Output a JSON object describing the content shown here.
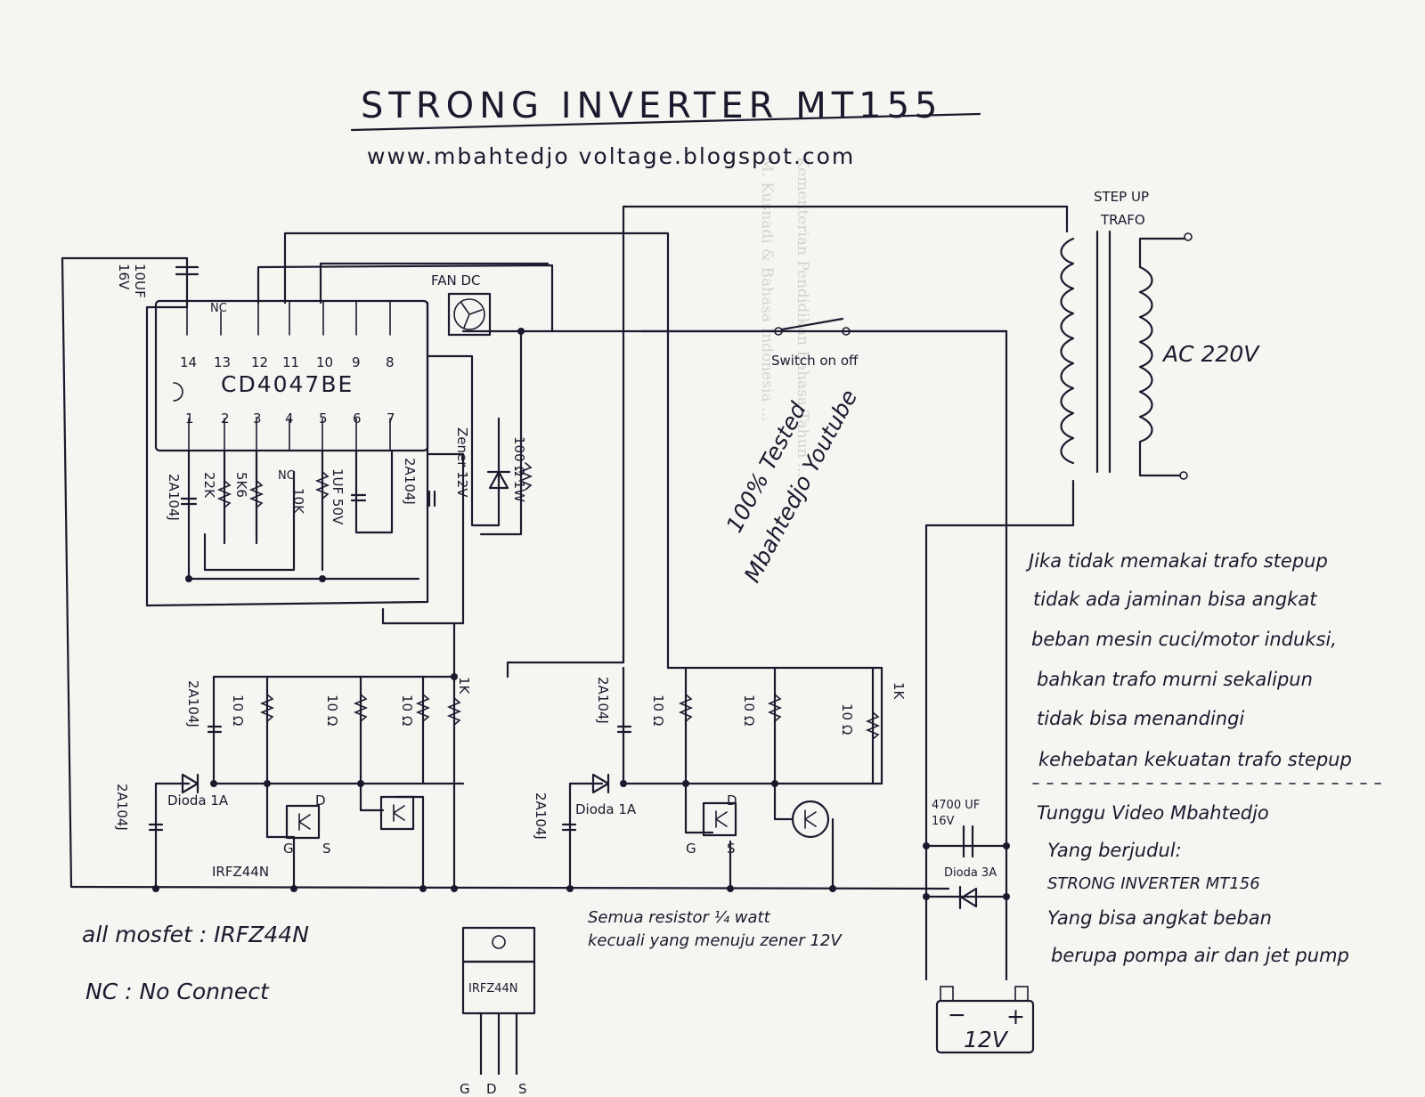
{
  "title": "STRONG INVERTER MT155",
  "url": "www.mbahtedjo voltage.blogspot.com",
  "ic": {
    "name": "CD4047BE",
    "top_pins": [
      "14",
      "13",
      "12",
      "11",
      "10",
      "9",
      "8"
    ],
    "bottom_pins": [
      "1",
      "2",
      "3",
      "4",
      "5",
      "6",
      "7"
    ],
    "nc_top": "NC",
    "nc_bottom": "NC"
  },
  "components": {
    "cap_10uf": "10UF",
    "cap_10uf_v": "16V",
    "fan": "FAN DC",
    "cap_2a104j": "2A104J",
    "r_22k": "22K",
    "r_5k6": "5K6",
    "r_10k": "10K",
    "cap_1uf50v": "1UF 50V",
    "zener": "Zener 12V",
    "r_100": "100 Ω 1W",
    "r_10": "10 Ω",
    "r_1k": "1K",
    "diode_1a": "Dioda 1A",
    "diode_3a": "Dioda 3A",
    "cap_4700": "4700 UF",
    "cap_4700_v": "16V",
    "mosfet": "IRFZ44N",
    "pin_d": "D",
    "pin_s": "S",
    "pin_g": "G",
    "battery": "12V",
    "battery_neg": "−",
    "battery_pos": "+",
    "package_pins": [
      "G",
      "D",
      "S"
    ]
  },
  "switch": "Switch on off",
  "trafo": {
    "line1": "STEP UP",
    "line2": "TRAFO",
    "output": "AC 220V"
  },
  "tested": {
    "line1": "100% Tested",
    "line2": "Mbahtedjo Youtube"
  },
  "notes": {
    "warning": [
      "Jika tidak memakai trafo stepup",
      "tidak ada jaminan bisa angkat",
      "beban mesin cuci/motor induksi,",
      "bahkan trafo murni sekalipun",
      "tidak bisa menandingi",
      "kehebatan kekuatan trafo stepup"
    ],
    "video": [
      "Tunggu Video Mbahtedjo",
      "Yang berjudul:",
      "STRONG INVERTER MT156",
      "Yang bisa angkat beban",
      "berupa pompa air dan jet pump"
    ],
    "resistor": [
      "Semua resistor ¼ watt",
      "kecuali yang menuju zener 12V"
    ],
    "all_mosfet": "all mosfet : IRFZ44N",
    "nc_def": "NC : No Connect"
  }
}
